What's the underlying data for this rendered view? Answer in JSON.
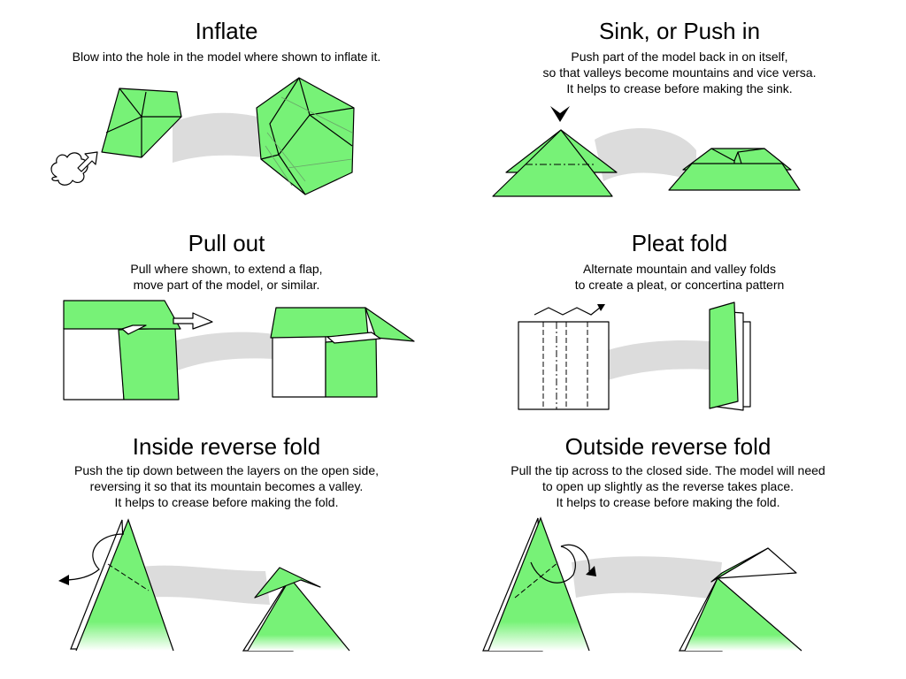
{
  "panels": [
    {
      "title": "Inflate",
      "description": [
        "Blow into the hole in the model where shown to inflate it."
      ]
    },
    {
      "title": "Sink, or Push in",
      "description": [
        "Push part of the model back in on itself,",
        "so that valleys become mountains and vice versa.",
        "It helps to crease before making the sink."
      ]
    },
    {
      "title": "Pull out",
      "description": [
        "Pull where shown, to extend a flap,",
        "move part of the model, or similar."
      ]
    },
    {
      "title": "Pleat fold",
      "description": [
        "Alternate mountain and valley folds",
        "to create a pleat, or concertina pattern"
      ]
    },
    {
      "title": "Inside reverse fold",
      "description": [
        "Push the tip down between the layers on the open side,",
        "reversing it so that its mountain becomes a valley.",
        "It helps to crease before making the fold."
      ]
    },
    {
      "title": "Outside reverse fold",
      "description": [
        "Pull the tip across to the closed side. The model will need",
        "to open up slightly as the reverse takes place.",
        "It helps to crease before making the fold."
      ]
    }
  ],
  "colors": {
    "paper_green": "#77f277",
    "paper_white": "#ffffff",
    "transition_band": "#dcdcdc",
    "outline": "#000000"
  }
}
